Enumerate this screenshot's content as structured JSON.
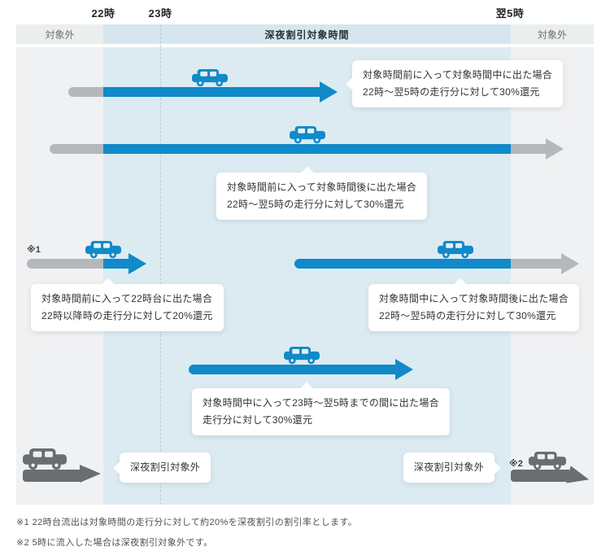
{
  "time_labels": {
    "t22": "22時",
    "t23": "23時",
    "t5": "翌5時"
  },
  "header": {
    "left_label": "対象外",
    "center_label": "深夜割引対象時間",
    "right_label": "対象外"
  },
  "bubbles": {
    "before_in_during_out": {
      "line1": "対象時間前に入って対象時間中に出た場合",
      "line2": "22時〜翌5時の走行分に対して30%還元"
    },
    "before_in_after_out": {
      "line1": "対象時間前に入って対象時間後に出た場合",
      "line2": "22時〜翌5時の走行分に対して30%還元"
    },
    "before_in_22_out": {
      "line1": "対象時間前に入って22時台に出た場合",
      "line2": "22時以降時の走行分に対して20%還元"
    },
    "during_in_after_out": {
      "line1": "対象時間中に入って対象時間後に出た場合",
      "line2": "22時〜翌5時の走行分に対して30%還元"
    },
    "during_in_during_out": {
      "line1": "対象時間中に入って23時〜翌5時までの間に出た場合",
      "line2": "走行分に対して30%還元"
    },
    "excluded_left": "深夜割引対象外",
    "excluded_right": "深夜割引対象外"
  },
  "markers": {
    "ref1": "※1",
    "ref2": "※2"
  },
  "footnotes": {
    "note1": "※1 22時台流出は対象時間の走行分に対して約20%を深夜割引の割引率とします。",
    "note2": "※2 5時に流入した場合は深夜割引対象外です。"
  },
  "colors": {
    "bar_blue": "#108ac9",
    "bar_gray": "#b4b8bb",
    "dark_gray": "#686e71",
    "bg_blue": "#dcebf2",
    "bg_gray": "#f0f1f2",
    "header_blue": "#d5e6ee",
    "header_gray": "#ebeeee",
    "text_dark": "#2f3437",
    "text_gray": "#6b7174"
  }
}
